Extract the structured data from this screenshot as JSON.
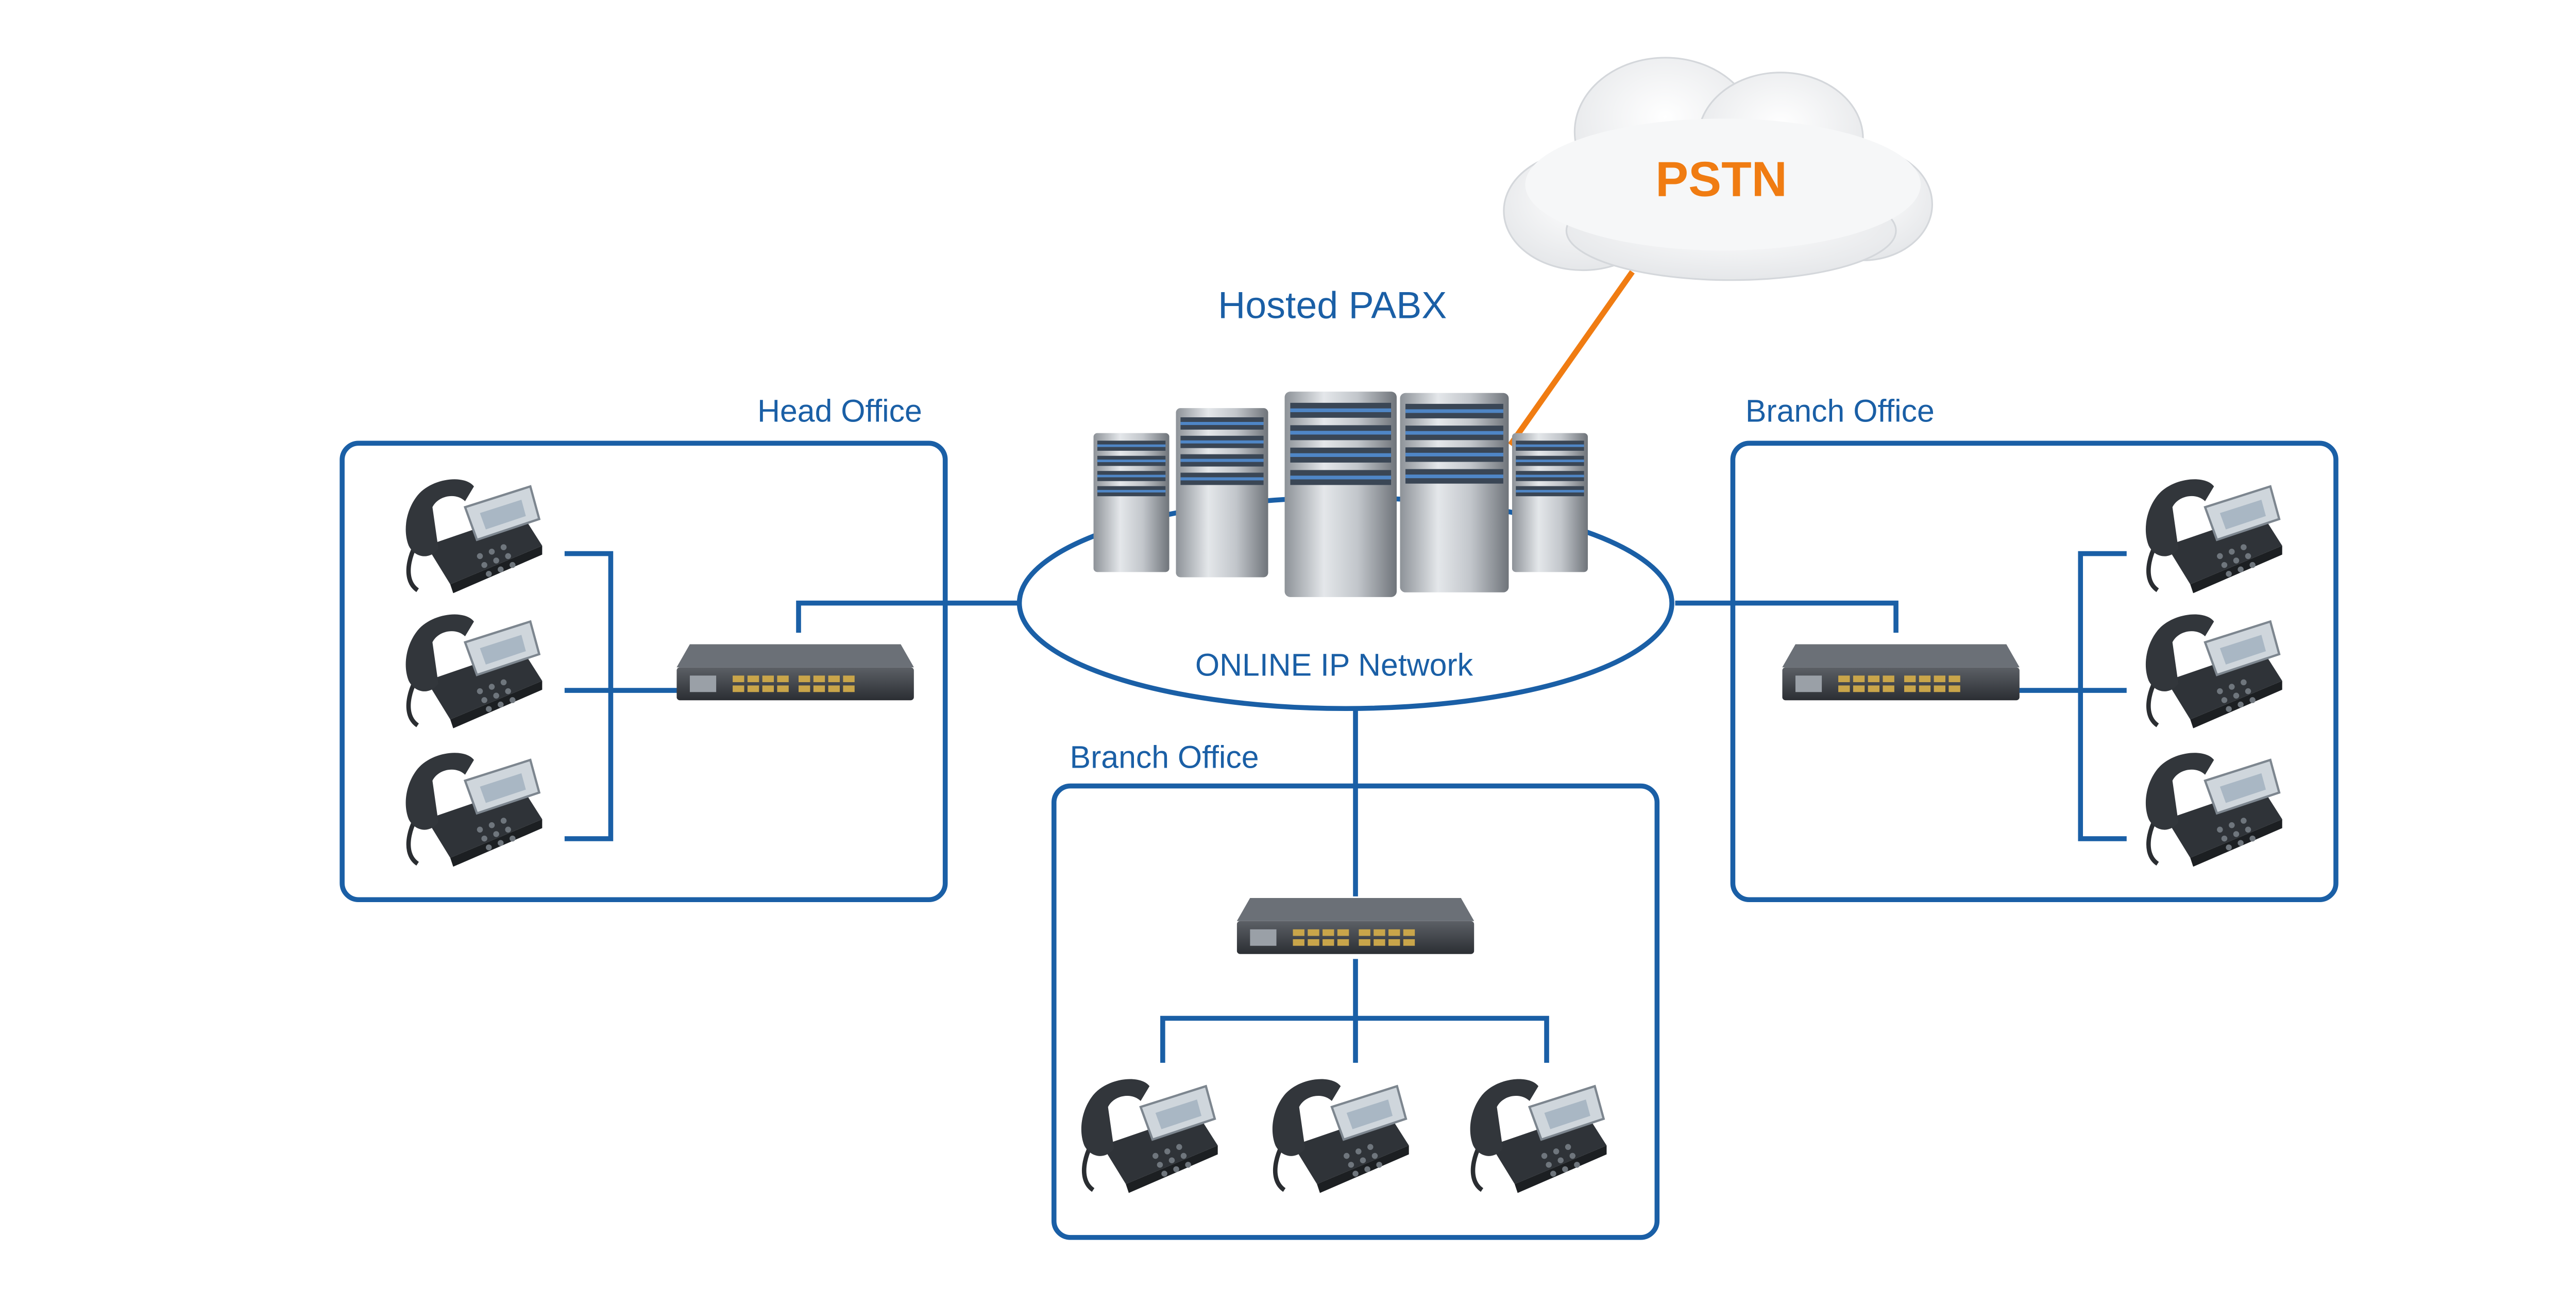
{
  "colors": {
    "network_blue": "#1a5fa6",
    "pstn_orange": "#f07c12",
    "background": "#ffffff"
  },
  "labels": {
    "pstn": "PSTN",
    "hosted_pabx": "Hosted PABX",
    "head_office": "Head Office",
    "branch_office_right": "Branch Office",
    "branch_office_bottom": "Branch Office",
    "online_ip_network": "ONLINE IP Network"
  },
  "icons": {
    "cloud": "pstn-cloud-icon",
    "server": "server-rack-icon",
    "switch": "network-switch-icon",
    "phone": "desk-phone-icon"
  }
}
